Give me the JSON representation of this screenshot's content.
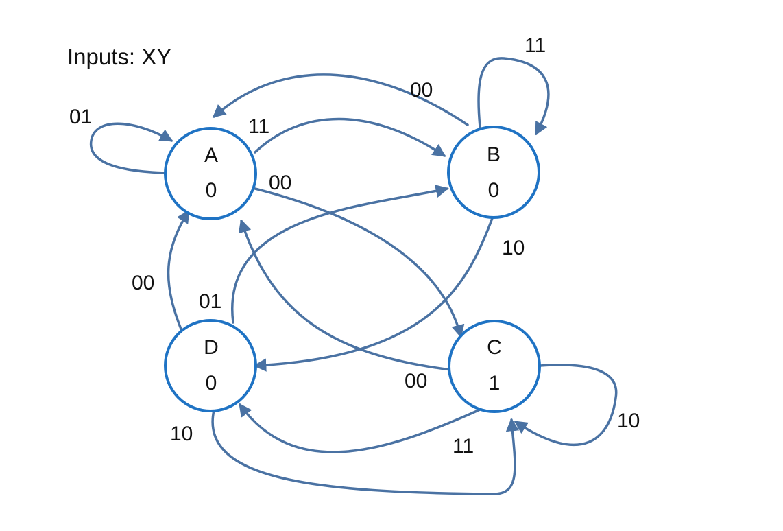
{
  "title": "Inputs: XY",
  "colors": {
    "state_stroke": "#1f73c4",
    "edge": "#4a72a3",
    "text": "#111111",
    "background": "#ffffff"
  },
  "states": [
    {
      "id": "A",
      "name": "A",
      "output": "0"
    },
    {
      "id": "B",
      "name": "B",
      "output": "0"
    },
    {
      "id": "C",
      "name": "C",
      "output": "1"
    },
    {
      "id": "D",
      "name": "D",
      "output": "0"
    }
  ],
  "transitions": [
    {
      "from": "A",
      "to": "A",
      "input": "01"
    },
    {
      "from": "A",
      "to": "B",
      "input": "11"
    },
    {
      "from": "A",
      "to": "C",
      "input": "00"
    },
    {
      "from": "B",
      "to": "A",
      "input": "00"
    },
    {
      "from": "B",
      "to": "B",
      "input": "11"
    },
    {
      "from": "B",
      "to": "D",
      "input": "10"
    },
    {
      "from": "C",
      "to": "A",
      "input": "00"
    },
    {
      "from": "C",
      "to": "C",
      "input": "10"
    },
    {
      "from": "C",
      "to": "D",
      "input": "11"
    },
    {
      "from": "D",
      "to": "A",
      "input": "00"
    },
    {
      "from": "D",
      "to": "B",
      "input": "01"
    },
    {
      "from": "D",
      "to": "C",
      "input": "10"
    }
  ]
}
